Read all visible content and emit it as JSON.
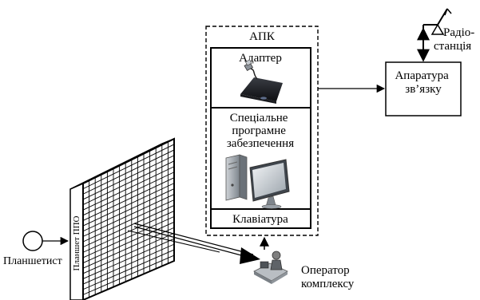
{
  "apk": {
    "title": "АПК",
    "adapter_label": "Адаптер",
    "software_label_lines": [
      "Спеціальне",
      "програмне",
      "забезпечення"
    ],
    "keyboard_label": "Клавіатура"
  },
  "comm_equipment": {
    "label_lines": [
      "Апаратура",
      "зв’язку"
    ]
  },
  "radio_station": {
    "label_lines": [
      "Радіо-",
      "станція"
    ]
  },
  "operator": {
    "label_lines": [
      "Оператор",
      "комплексу"
    ]
  },
  "plotter": {
    "label": "Планшетист"
  },
  "board": {
    "side_label": "Планшет ППО"
  },
  "icons": {
    "adapter": "usb-adapter-icon",
    "computer": "desktop-computer-icon",
    "operator": "operator-workstation-icon",
    "antenna": "antenna-icon",
    "plotter_node": "plotter-circle-icon"
  }
}
